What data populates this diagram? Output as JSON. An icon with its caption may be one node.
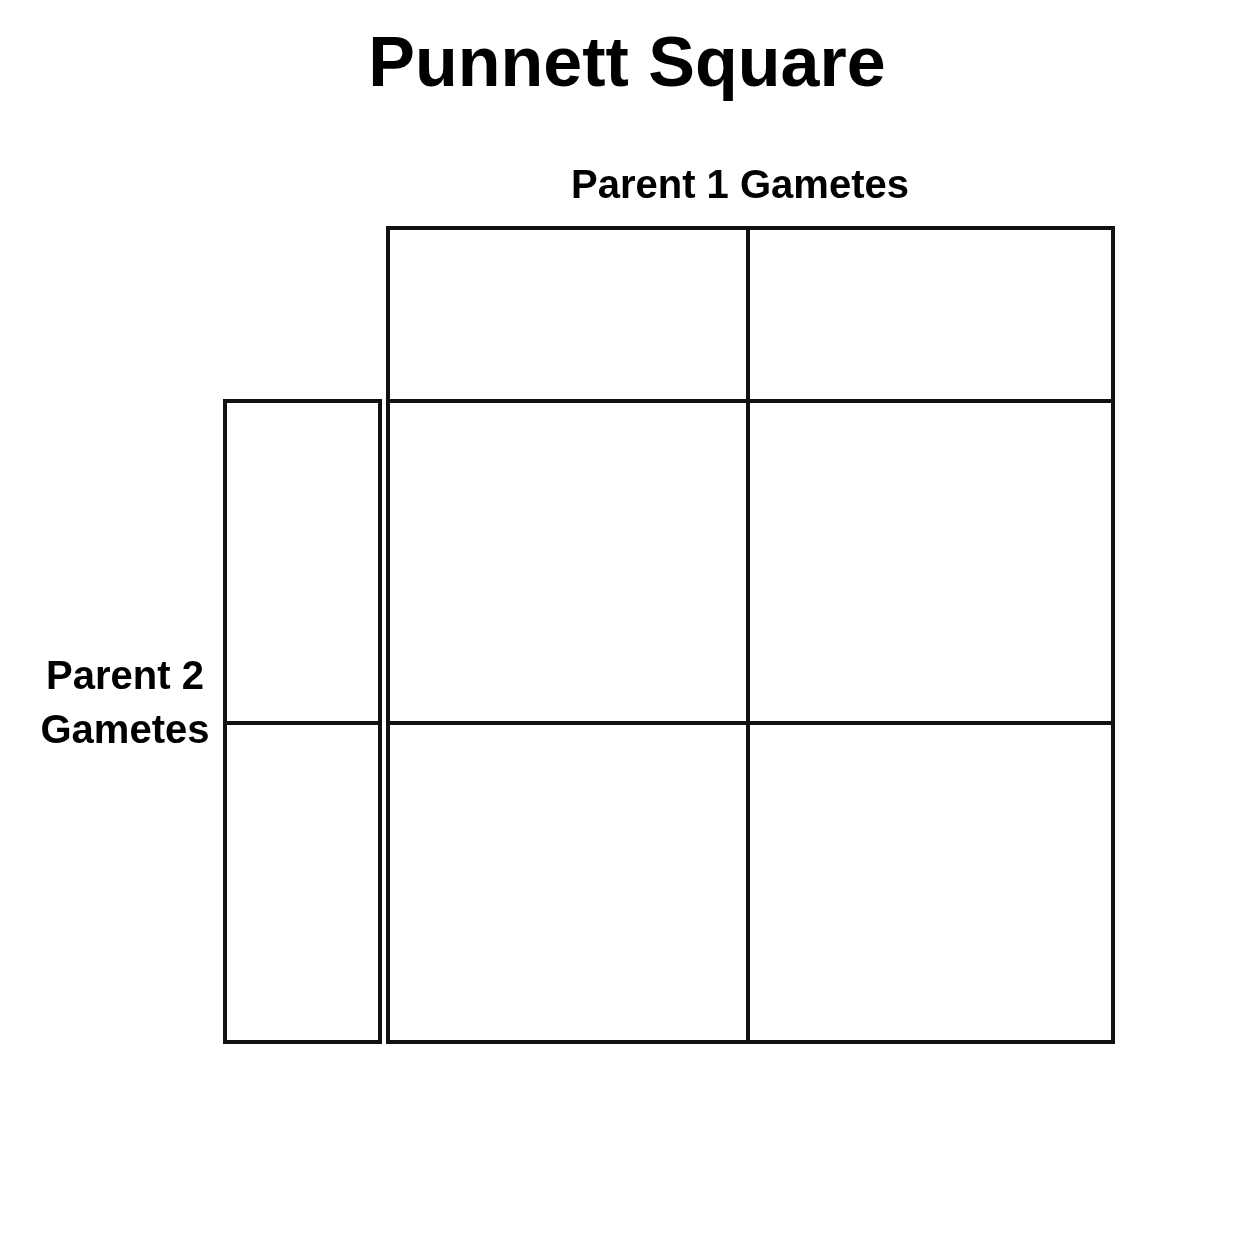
{
  "diagram": {
    "title": "Punnett Square",
    "labels": [
      "Parent 1 Gametes",
      "Parent 2 Gametes"
    ]
  }
}
